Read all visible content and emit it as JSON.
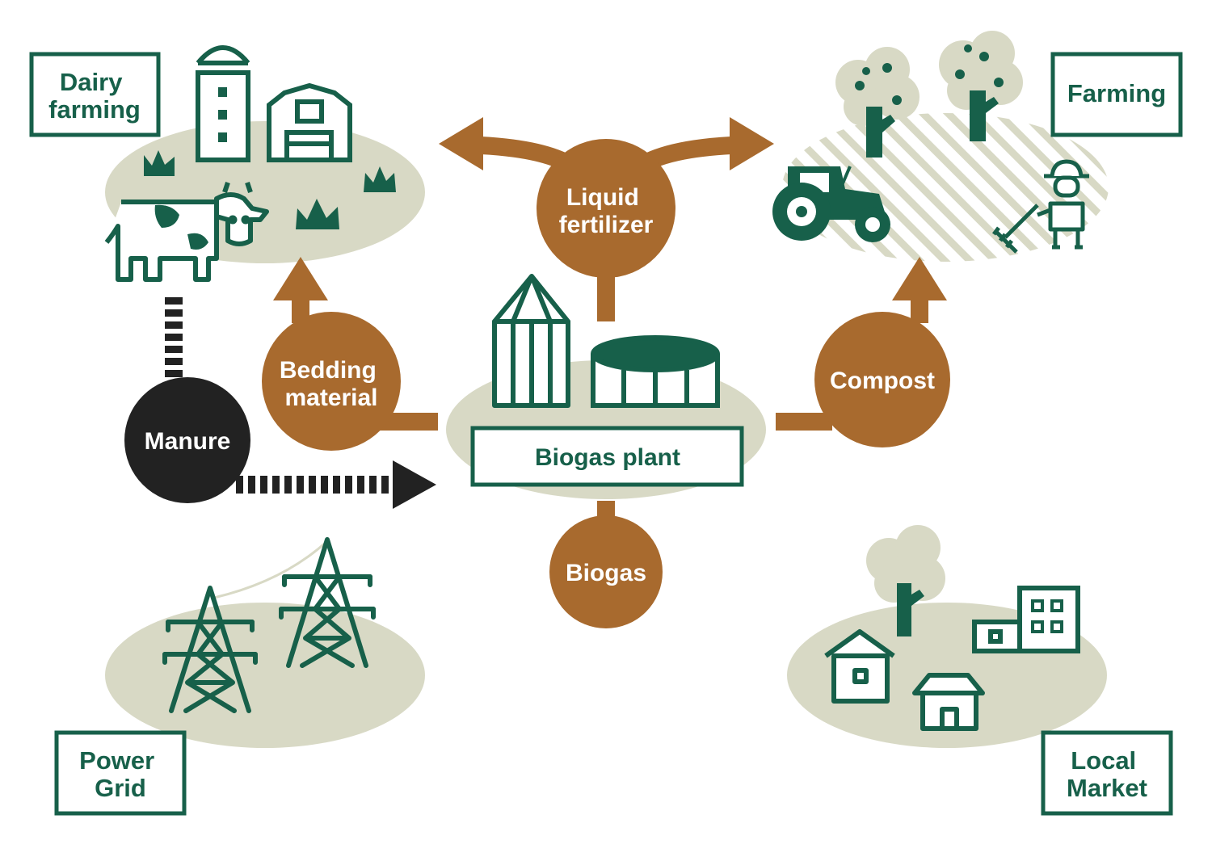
{
  "colors": {
    "green": "#17604a",
    "brown": "#a86a2e",
    "blob": "#d8d9c5",
    "black": "#222222",
    "white": "#ffffff"
  },
  "areas": {
    "dairy_farming": [
      "Dairy",
      "farming"
    ],
    "farming": [
      "Farming"
    ],
    "power_grid": [
      "Power",
      "Grid"
    ],
    "local_market": [
      "Local",
      "Market"
    ]
  },
  "center": {
    "label": "Biogas plant"
  },
  "flows": {
    "liquid_fertilizer": [
      "Liquid",
      "fertilizer"
    ],
    "bedding_material": [
      "Bedding",
      "material"
    ],
    "compost": [
      "Compost"
    ],
    "biogas": [
      "Biogas"
    ],
    "manure": [
      "Manure"
    ]
  },
  "icons": {
    "dairy": [
      "silo-icon",
      "barn-icon",
      "cow-icon",
      "grass-icon"
    ],
    "farming": [
      "apple-tree-icon",
      "tractor-icon",
      "farmer-icon"
    ],
    "plant": [
      "digester-silo-icon",
      "storage-tank-icon"
    ],
    "power": [
      "power-tower-icon"
    ],
    "market": [
      "tree-icon",
      "house-icon",
      "building-icon"
    ]
  }
}
